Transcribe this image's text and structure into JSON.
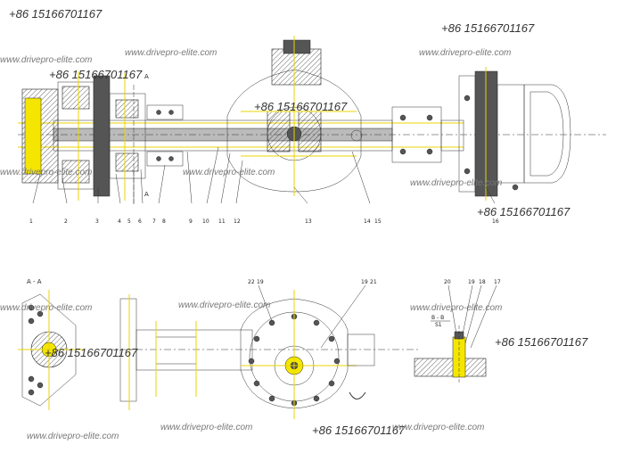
{
  "watermarks": {
    "phone": "+86 15166701167",
    "site": "www.drivepro-elite.com"
  },
  "part_numbers": {
    "n1": "1",
    "n2": "2",
    "n3": "3",
    "n4": "4",
    "n5": "5",
    "n6": "6",
    "n7": "7",
    "n8": "8",
    "n9": "9",
    "n10": "10",
    "n11": "11",
    "n12": "12",
    "n13": "13",
    "n14": "14",
    "n15": "15",
    "n16": "16",
    "n17": "17",
    "n18": "18",
    "n19": "19",
    "n20": "20",
    "n21": "21",
    "n22": "22"
  },
  "section_labels": {
    "section_aa": "A - A",
    "mark_a_top": "A",
    "mark_a_bottom": "A",
    "detail_b": "B - B",
    "detail_scale": "S1"
  }
}
